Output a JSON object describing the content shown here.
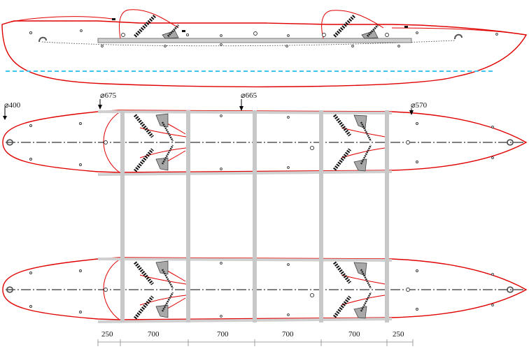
{
  "diameters": {
    "bow": "⌀400",
    "front": "⌀675",
    "middle": "⌀665",
    "rear": "⌀570"
  },
  "segments": [
    "250",
    "700",
    "700",
    "700",
    "700",
    "250"
  ],
  "colors": {
    "hull_outline": "#e00000",
    "waterline": "#3ec6ee",
    "crossbeam": "#c8c8c8"
  }
}
